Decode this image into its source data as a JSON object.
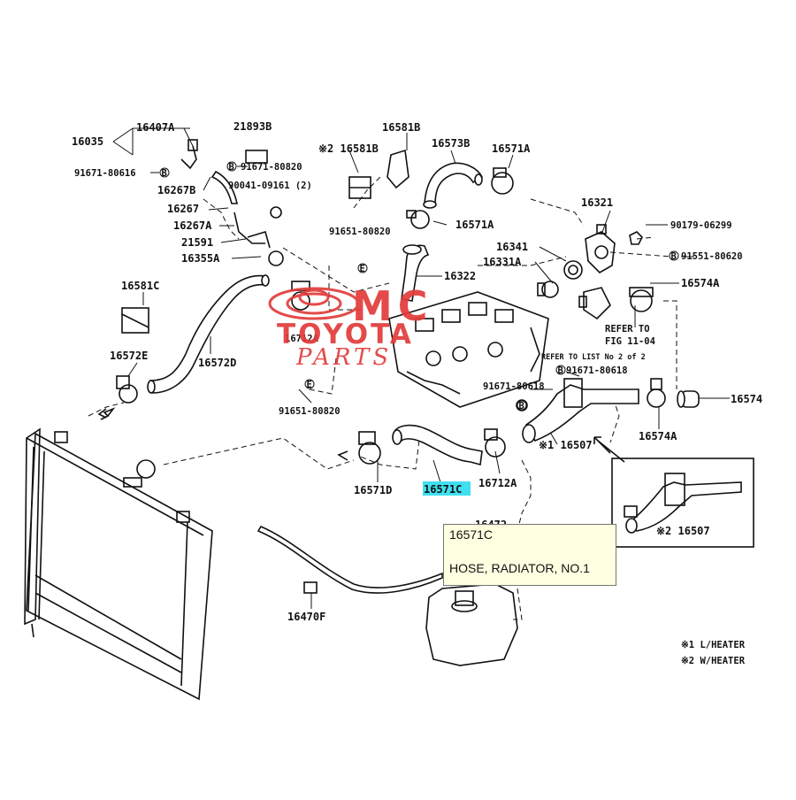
{
  "labels": {
    "p16407A": "16407A",
    "p21893B": "21893B",
    "p16035": "16035",
    "p91671_80616": "91671-80616",
    "p91671_80820": "91671-80820",
    "p16267B": "16267B",
    "p90041": "90041-09161 (2)",
    "p16267": "16267",
    "p16267A": "16267A",
    "p21591": "21591",
    "p16355A": "16355A",
    "p16581C": "16581C",
    "p16572E": "16572E",
    "p16572D": "16572D",
    "p16712A_left": "16712A",
    "p91651_80820_a": "91651-80820",
    "p91651_80820_b": "91651-80820",
    "p16581B_note": "※2 16581B",
    "p16581B": "16581B",
    "p16573B": "16573B",
    "p16571A_top": "16571A",
    "p16571A_mid": "16571A",
    "p16322": "16322",
    "p16321": "16321",
    "p90179": "90179-06299",
    "p16341": "16341",
    "p16331A": "16331A",
    "p91551": "91551-80620",
    "p16574A_top": "16574A",
    "refer_fig_1": "REFER TO",
    "refer_fig_2": "FIG 11-04",
    "refer_list": "REFER TO LIST No 2 of 2",
    "p91671_80618_a": "91671-80618",
    "p91671_80618_b": "91671-80618",
    "p16574": "16574",
    "p16574A_bot": "16574A",
    "p16507_note1": "※1 16507",
    "p16571D": "16571D",
    "p16571C": "16571C",
    "p16712A_bot": "16712A",
    "p16507_note2": "※2 16507",
    "p16470F": "16470F",
    "p16472": "16472",
    "legend_1": "※1 L/HEATER",
    "legend_2": "※2 W/HEATER",
    "mark_b": "B",
    "mark_e": "E"
  },
  "watermark": {
    "logo_text": "MC",
    "brand": "TOYOTA",
    "sub": "PARTS",
    "color": "#e23b3b"
  },
  "highlight": {
    "color": "#40e0f0"
  },
  "tooltip": {
    "code": "16571C",
    "name": "HOSE, RADIATOR, NO.1",
    "background": "#ffffe1"
  }
}
